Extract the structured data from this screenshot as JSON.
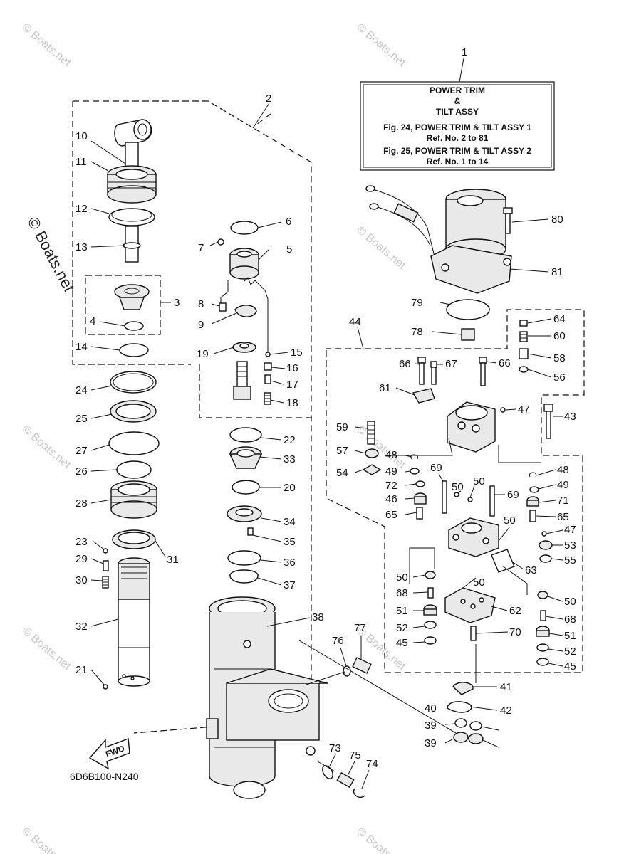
{
  "diagram": {
    "title_box": {
      "line1": "POWER TRIM",
      "line2": "&",
      "line3": "TILT ASSY",
      "ref1": "Fig. 24, POWER TRIM & TILT ASSY 1",
      "ref1b": "Ref. No. 2 to 81",
      "ref2": "Fig. 25, POWER TRIM & TILT ASSY 2",
      "ref2b": "Ref. No. 1 to 14"
    },
    "diagram_code": "6D6B100-N240",
    "fwd_label": "FWD",
    "watermark": "© Boats.net",
    "callouts": [
      "1",
      "2",
      "3",
      "4",
      "5",
      "6",
      "7",
      "8",
      "9",
      "10",
      "11",
      "12",
      "13",
      "14",
      "15",
      "16",
      "17",
      "18",
      "19",
      "20",
      "21",
      "22",
      "23",
      "24",
      "25",
      "26",
      "27",
      "28",
      "29",
      "30",
      "31",
      "32",
      "33",
      "34",
      "35",
      "36",
      "37",
      "38",
      "39",
      "40",
      "41",
      "42",
      "43",
      "44",
      "45",
      "46",
      "47",
      "48",
      "49",
      "50",
      "51",
      "52",
      "53",
      "54",
      "55",
      "56",
      "57",
      "58",
      "59",
      "60",
      "61",
      "62",
      "63",
      "64",
      "65",
      "66",
      "67",
      "68",
      "69",
      "70",
      "71",
      "72",
      "73",
      "74",
      "75",
      "76",
      "77",
      "78",
      "79",
      "80",
      "81"
    ]
  }
}
